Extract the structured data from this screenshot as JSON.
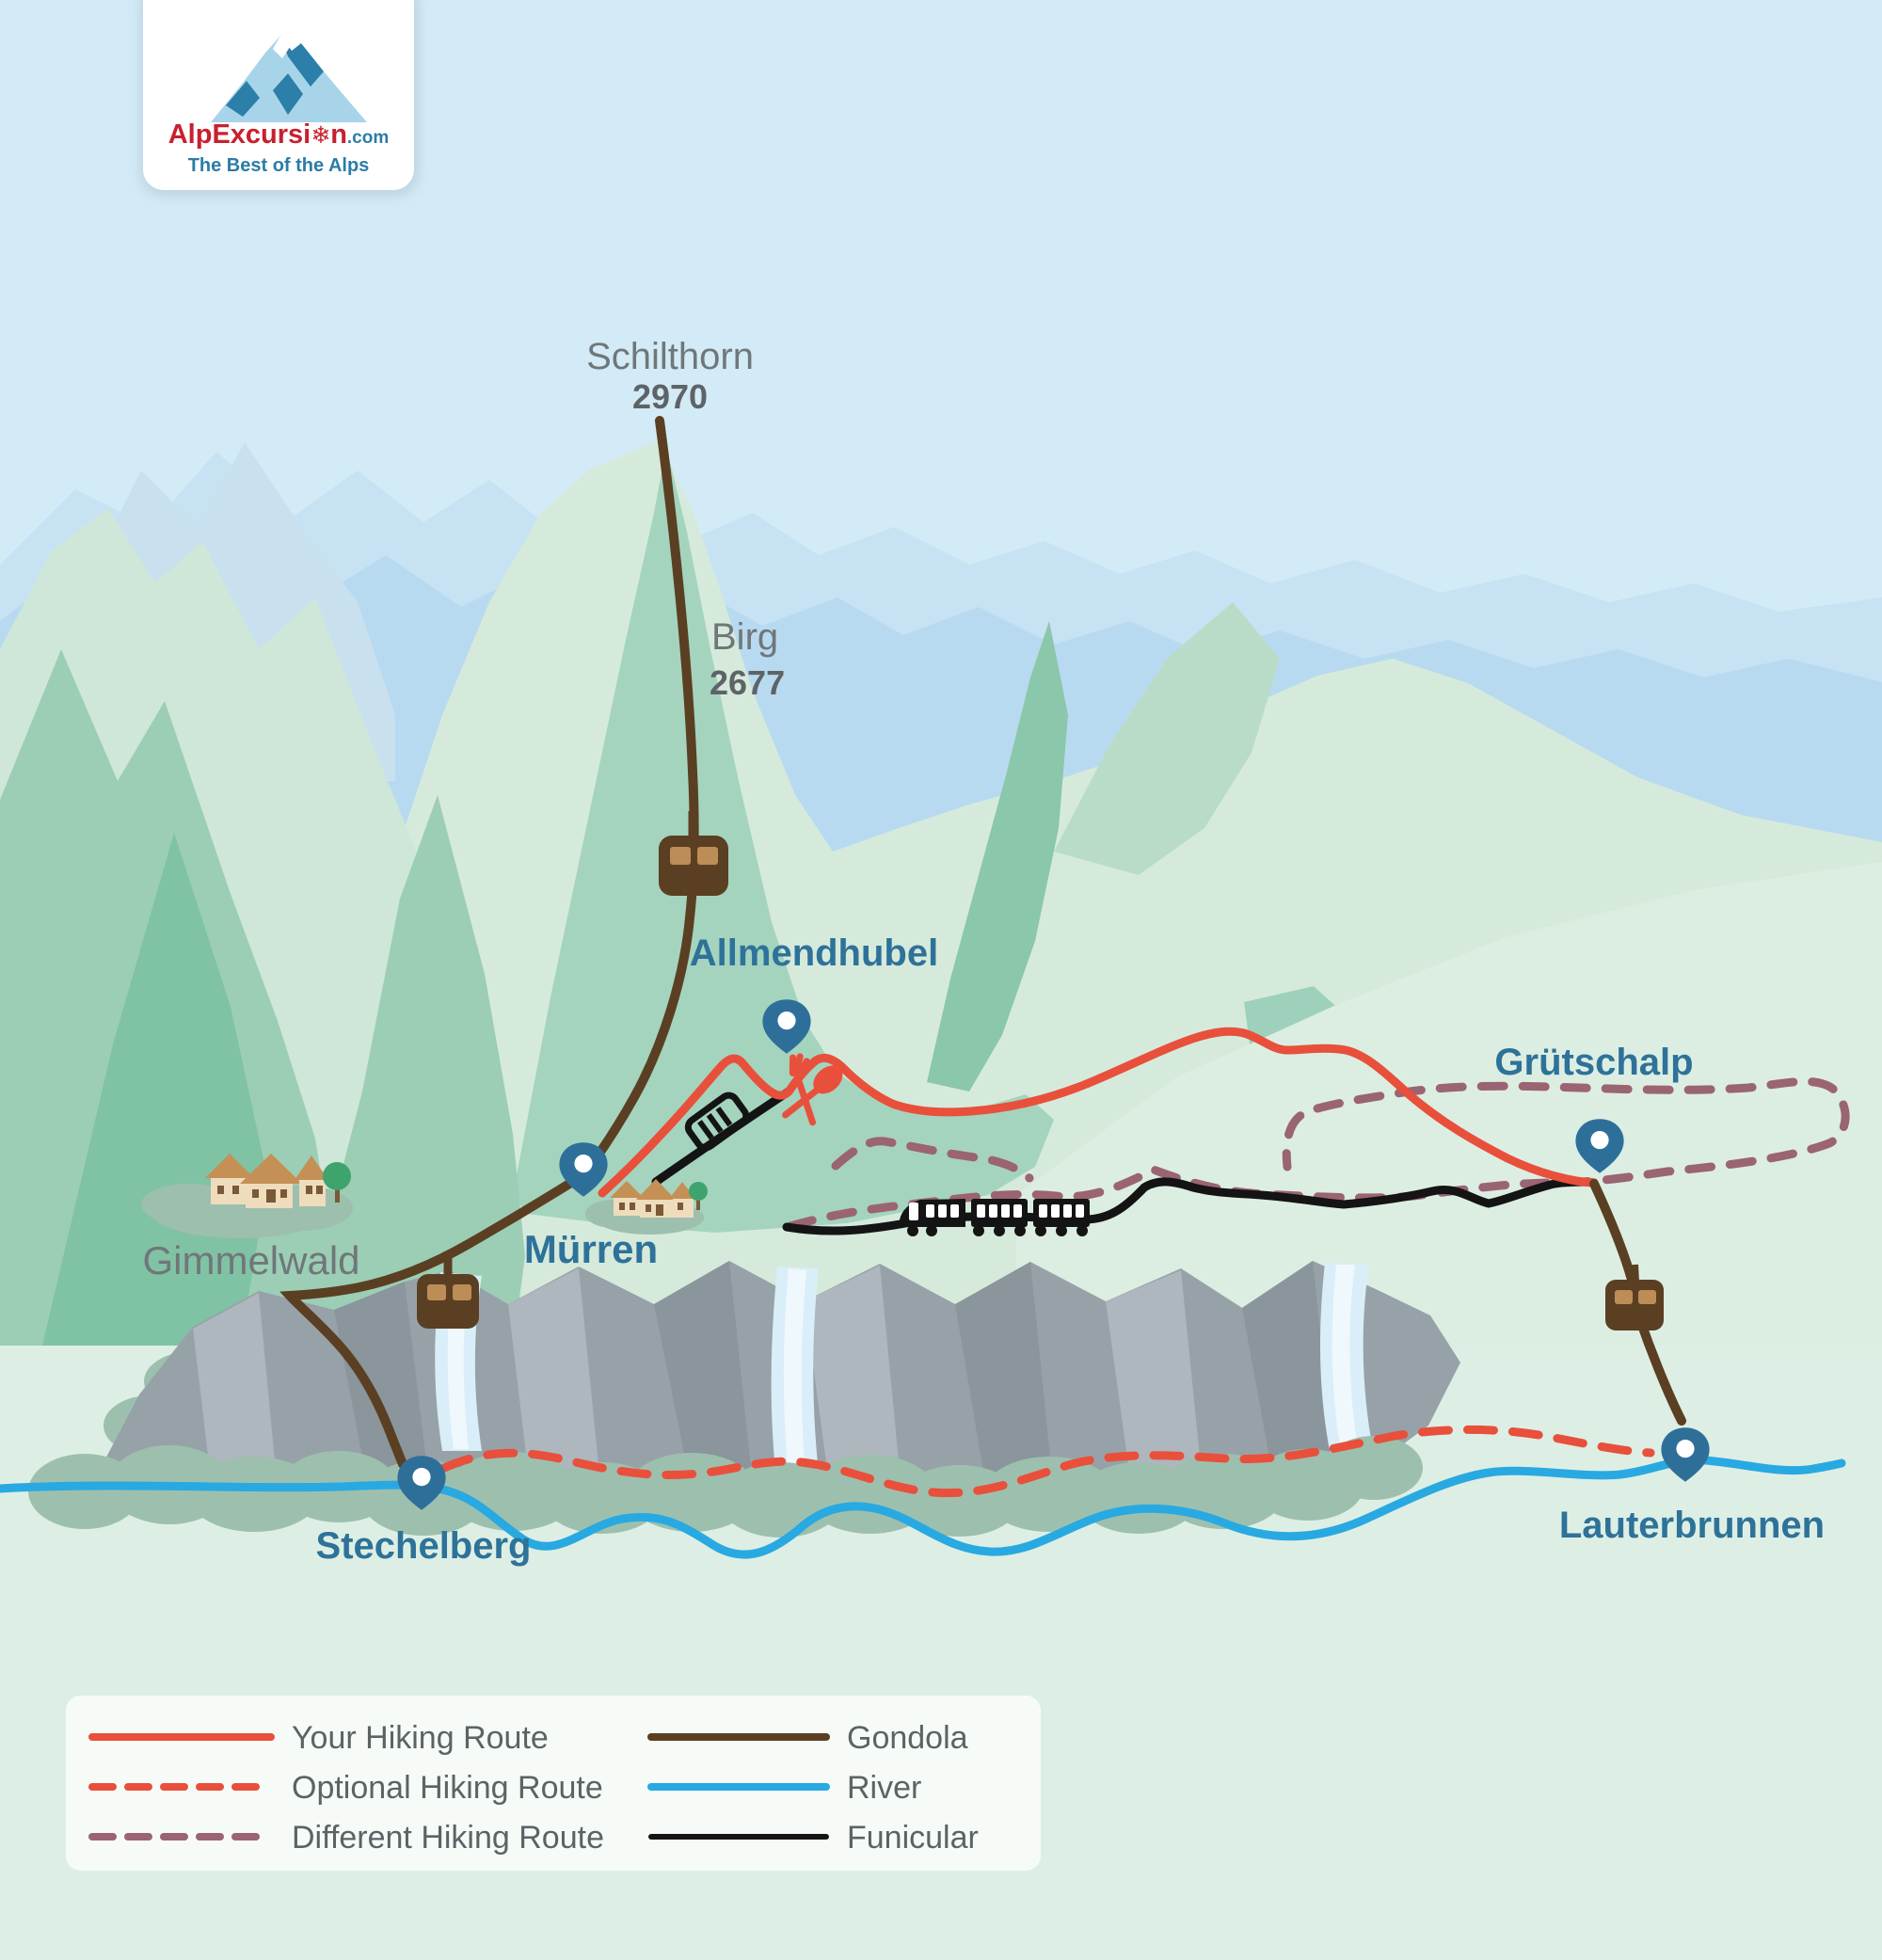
{
  "logo": {
    "brand_main": "AlpExcursi",
    "brand_o": "❄",
    "brand_end": "n",
    "brand_tld": ".com",
    "tagline": "The Best of the Alps"
  },
  "stations": {
    "schilthorn": {
      "name": "Schilthorn",
      "elevation": "2970"
    },
    "birg": {
      "name": "Birg",
      "elevation": "2677"
    },
    "allmendhubel": {
      "name": "Allmendhubel"
    },
    "murren": {
      "name": "Mürren"
    },
    "gimmelwald": {
      "name": "Gimmelwald"
    },
    "grutschalp": {
      "name": "Grütschalp"
    },
    "stechelberg": {
      "name": "Stechelberg"
    },
    "lauterbrunnen": {
      "name": "Lauterbrunnen"
    }
  },
  "legend": {
    "left": [
      {
        "label": "Your Hiking Route",
        "style": "solid",
        "color": "#e8503c"
      },
      {
        "label": "Optional Hiking Route",
        "style": "dashed",
        "color": "#e8503c"
      },
      {
        "label": "Different Hiking Route",
        "style": "dashed",
        "color": "#9b6472"
      }
    ],
    "right": [
      {
        "label": "Gondola",
        "style": "solid",
        "color": "#5b3f22"
      },
      {
        "label": "River",
        "style": "solid",
        "color": "#29a9e1"
      },
      {
        "label": "Funicular",
        "style": "solid",
        "color": "#141414"
      }
    ]
  },
  "colors": {
    "hiking_route": "#e8503c",
    "optional_route": "#e8503c",
    "different_route": "#9b6472",
    "gondola": "#5b3f22",
    "river": "#29a9e1",
    "funicular": "#141414",
    "pin": "#2e6f9a",
    "town_label": "#2e7299",
    "mountain_label": "#6f777a",
    "brand_red": "#c8202f",
    "brand_blue": "#2b7ca6"
  }
}
